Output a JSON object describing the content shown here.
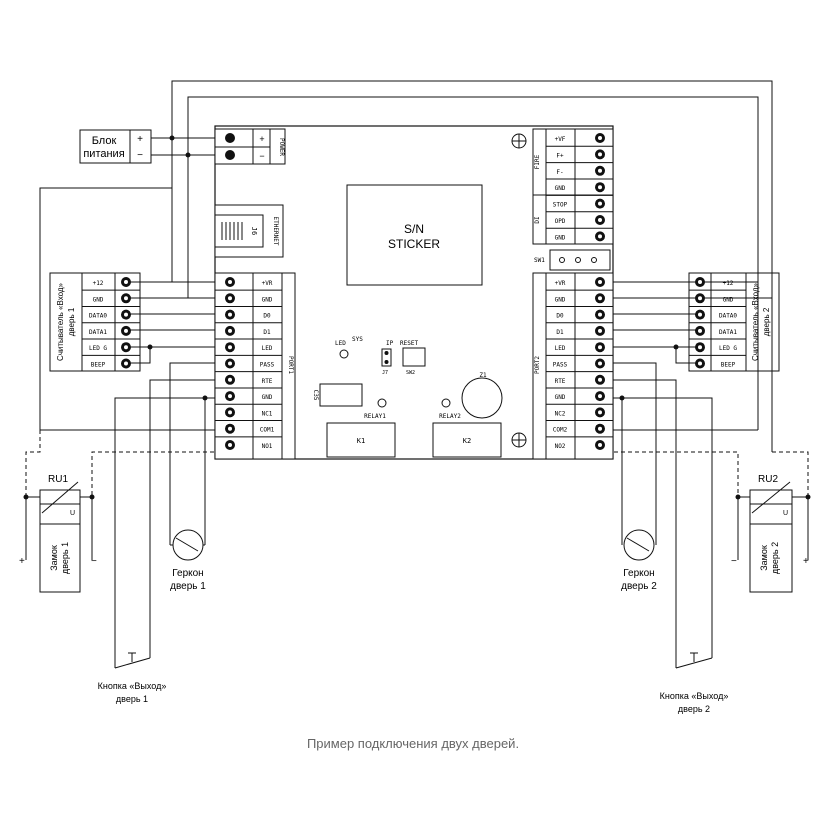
{
  "colors": {
    "line": "#111111",
    "caption": "#666666",
    "fill": "#ffffff",
    "terminal": "#111111"
  },
  "caption": "Пример подключения двух дверей.",
  "power_supply": {
    "label_1": "Блок",
    "label_2": "питания",
    "plus": "+",
    "minus": "−"
  },
  "power_terminal": {
    "plus": "+",
    "minus": "−",
    "name": "POWER"
  },
  "ethernet": {
    "j": "J6",
    "name": "ETHERNET"
  },
  "sticker": {
    "line_1": "S/N",
    "line_2": "STICKER"
  },
  "fire_block": {
    "title": "FIRE",
    "pins": [
      "+VF",
      "F+",
      "F-",
      "GND"
    ]
  },
  "di_block": {
    "title": "DI",
    "pins": [
      "STOP",
      "OPD",
      "GND"
    ]
  },
  "sw1": "SW1",
  "port1": {
    "title": "PORT1",
    "pins": [
      "+VR",
      "GND",
      "D0",
      "D1",
      "LED",
      "PASS",
      "RTE",
      "GND",
      "NC1",
      "COM1",
      "NO1"
    ]
  },
  "port2": {
    "title": "PORT2",
    "pins": [
      "+VR",
      "GND",
      "D0",
      "D1",
      "LED",
      "PASS",
      "RTE",
      "GND",
      "NC2",
      "COM2",
      "NO2"
    ]
  },
  "board_labels": {
    "led": "LED",
    "sys": "SYS",
    "ip": "IP",
    "reset": "RESET",
    "j7": "J7",
    "sw2": "SW2",
    "c35": "C35",
    "relay1": "RELAY1",
    "relay2": "RELAY2",
    "k1": "K1",
    "k2": "K2",
    "z1": "Z1"
  },
  "reader1": {
    "pins": [
      "+12",
      "GND",
      "DATA0",
      "DATA1",
      "LED G",
      "BEEP"
    ],
    "label_1": "Считыватель «Вход»",
    "label_2": "дверь 1"
  },
  "reader2": {
    "pins": [
      "+12",
      "GND",
      "DATA0",
      "DATA1",
      "LED G",
      "BEEP"
    ],
    "label_1": "Считыватель «Вход»",
    "label_2": "дверь 2"
  },
  "varistor1": {
    "name": "RU1",
    "u": "U"
  },
  "varistor2": {
    "name": "RU2",
    "u": "U"
  },
  "lock1": {
    "label_1": "Замок",
    "label_2": "дверь 1",
    "plus": "+",
    "minus": "−"
  },
  "lock2": {
    "label_1": "Замок",
    "label_2": "дверь 2",
    "plus": "+",
    "minus": "−"
  },
  "reed1": {
    "label_1": "Геркон",
    "label_2": "дверь 1"
  },
  "reed2": {
    "label_1": "Геркон",
    "label_2": "дверь 2"
  },
  "button1": {
    "label_1": "Кнопка «Выход»",
    "label_2": "дверь 1"
  },
  "button2": {
    "label_1": "Кнопка «Выход»",
    "label_2": "дверь 2"
  }
}
